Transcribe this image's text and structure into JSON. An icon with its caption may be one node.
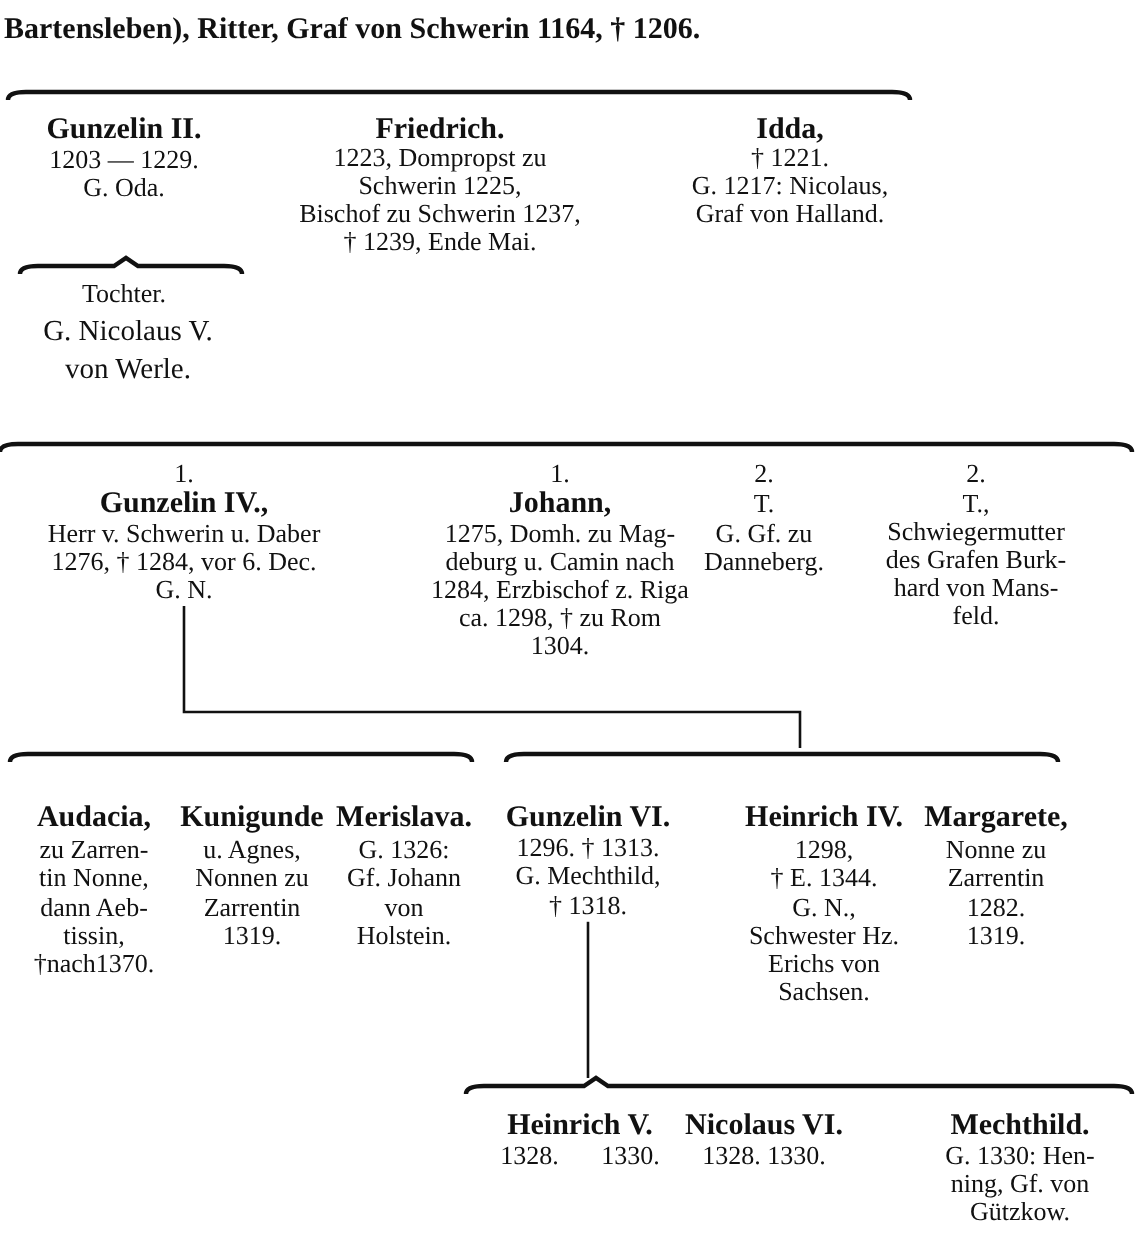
{
  "diagram": {
    "nodes": [
      {
        "text": [
          "1.",
          "Gunzelin IV.,",
          "Herr v. Schwerin u. Daber 1276, † 1284, vor 6. Dec. G. N."
        ]
      },
      {
        "text": [
          "Gunzelin VI.",
          "1296. † 1313. G. Mechthild, † 1318."
        ]
      }
    ],
    "edges": [
      {
        "from": 0,
        "to": null,
        "arrow": "none"
      },
      {
        "from": 1,
        "to": null,
        "arrow": "none"
      }
    ],
    "labels": [
      "Bartensleben), Ritter, Graf von Schwerin 1164, † 1206.",
      "Gunzelin II.",
      "1203 — 1229. G. Oda.",
      "Friedrich.",
      "1223, Dompropst zu Schwerin 1225, Bischof zu Schwerin 1237, † 1239, Ende Mai.",
      "Idda,",
      "† 1221. G. 1217: Nicolaus, Graf von Halland.",
      "Tochter.",
      "G. Nicolaus V. von Werle.",
      "1.",
      "Johann,",
      "1275, Domh. zu Mag- deburg u. Camin nach 1284, Erzbischof z. Riga ca. 1298, † zu Rom 1304.",
      "2.",
      "T.",
      "G. Gf. zu Danneberg.",
      "2.",
      "T.,",
      "Schwiegermutter des Grafen Burk- hard von Mans- feld.",
      "Audacia,",
      "zu Zarren- tin Nonne, dann Aeb- tissin, †nach1370.",
      "Kunigunde",
      "u. Agnes, Nonnen zu Zarrentin 1319.",
      "Merislava.",
      "G. 1326: Gf. Johann von Holstein.",
      "Heinrich IV.",
      "1298, † E. 1344. G. N., Schwester Hz. Erichs von Sachsen.",
      "Margarete,",
      "Nonne zu Zarrentin 1282. 1319.",
      "Heinrich V.",
      "1328. 1330.",
      "Nicolaus VI.",
      "1328. 1330.",
      "Mechthild.",
      "G. 1330: Hen- ning, Gf. von Gützkow."
    ]
  }
}
